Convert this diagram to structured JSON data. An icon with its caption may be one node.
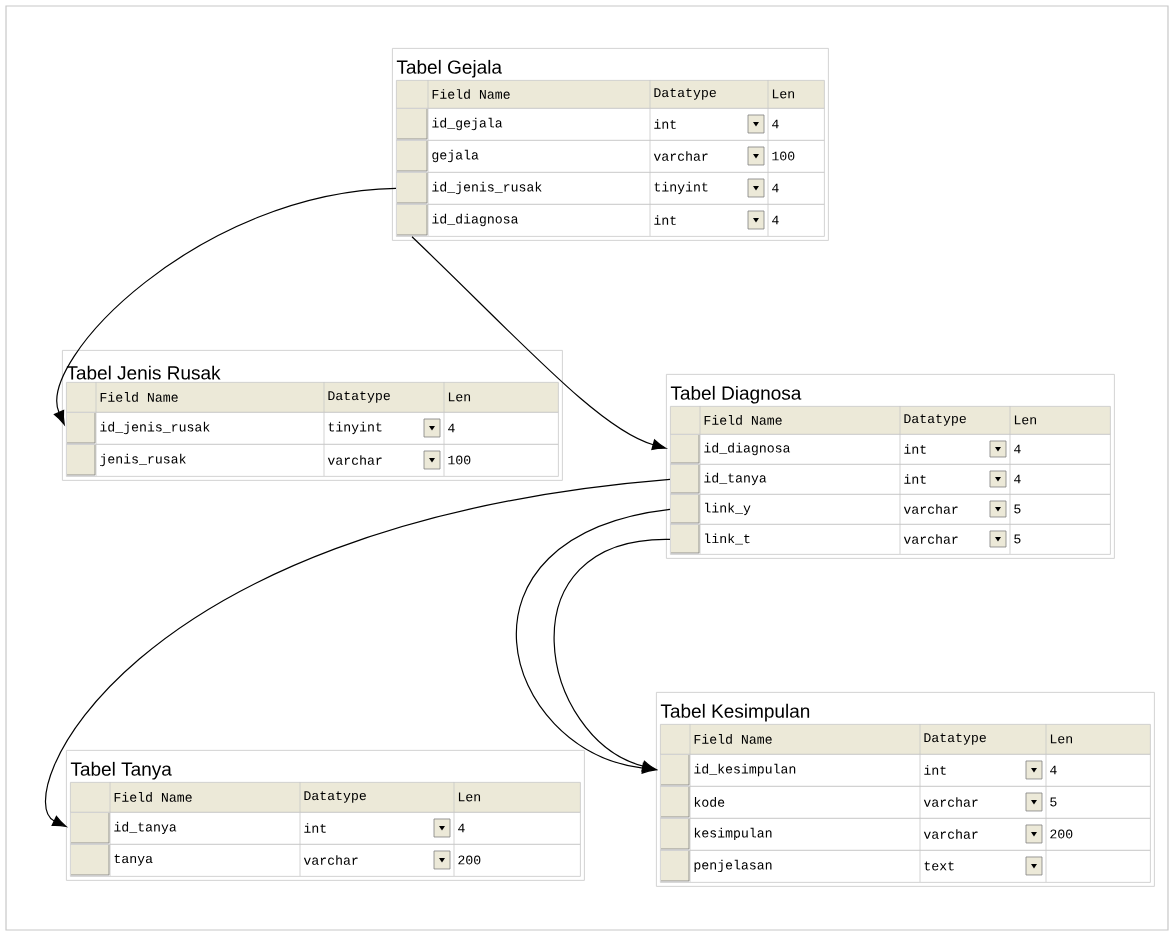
{
  "diagram": {
    "nodes": [
      {
        "text": [
          "Tabel Gejala"
        ]
      },
      {
        "text": [
          "Field Name",
          "Datatype",
          "Len"
        ],
        "in": 0
      },
      {
        "text": [
          "id_gejala",
          "int",
          "4"
        ],
        "in": 0
      },
      {
        "text": [
          "gejala",
          "varchar",
          "100"
        ],
        "in": 0
      },
      {
        "text": [
          "id_jenis_rusak",
          "tinyint",
          "4"
        ],
        "in": 0
      },
      {
        "text": [
          "id_diagnosa",
          "int",
          "4"
        ],
        "in": 0
      },
      {
        "text": [
          "Tabel Jenis Rusak"
        ]
      },
      {
        "text": [
          "Field Name",
          "Datatype",
          "Len"
        ],
        "in": 6
      },
      {
        "text": [
          "id_jenis_rusak",
          "tinyint",
          "4"
        ],
        "in": 6
      },
      {
        "text": [
          "jenis_rusak",
          "varchar",
          "100"
        ],
        "in": 6
      },
      {
        "text": [
          "Tabel Diagnosa"
        ]
      },
      {
        "text": [
          "Field Name",
          "Datatype",
          "Len"
        ],
        "in": 10
      },
      {
        "text": [
          "id_diagnosa",
          "int",
          "4"
        ],
        "in": 10
      },
      {
        "text": [
          "id_tanya",
          "int",
          "4"
        ],
        "in": 10
      },
      {
        "text": [
          "link_y",
          "varchar",
          "5"
        ],
        "in": 10
      },
      {
        "text": [
          "link_t",
          "varchar",
          "5"
        ],
        "in": 10
      },
      {
        "text": [
          "Tabel Kesimpulan"
        ]
      },
      {
        "text": [
          "Field Name",
          "Datatype",
          "Len"
        ],
        "in": 16
      },
      {
        "text": [
          "id_kesimpulan",
          "int",
          "4"
        ],
        "in": 16
      },
      {
        "text": [
          "kode",
          "varchar",
          "5"
        ],
        "in": 16
      },
      {
        "text": [
          "kesimpulan",
          "varchar",
          "200"
        ],
        "in": 16
      },
      {
        "text": [
          "penjelasan",
          "text"
        ],
        "in": 16
      },
      {
        "text": [
          "Tabel Tanya"
        ]
      },
      {
        "text": [
          "Field Name",
          "Datatype",
          "Len"
        ],
        "in": 22
      },
      {
        "text": [
          "id_tanya",
          "int",
          "4"
        ],
        "in": 22
      },
      {
        "text": [
          "tanya",
          "varchar",
          "200"
        ],
        "in": 22
      }
    ],
    "edges": [
      {
        "from": 4,
        "to": 8,
        "arrow": "to"
      },
      {
        "from": 5,
        "to": 12,
        "arrow": "to"
      },
      {
        "from": 13,
        "to": 24,
        "arrow": "to"
      },
      {
        "from": 14,
        "to": 18,
        "arrow": "to"
      },
      {
        "from": 15,
        "to": 18,
        "arrow": "to"
      }
    ]
  }
}
